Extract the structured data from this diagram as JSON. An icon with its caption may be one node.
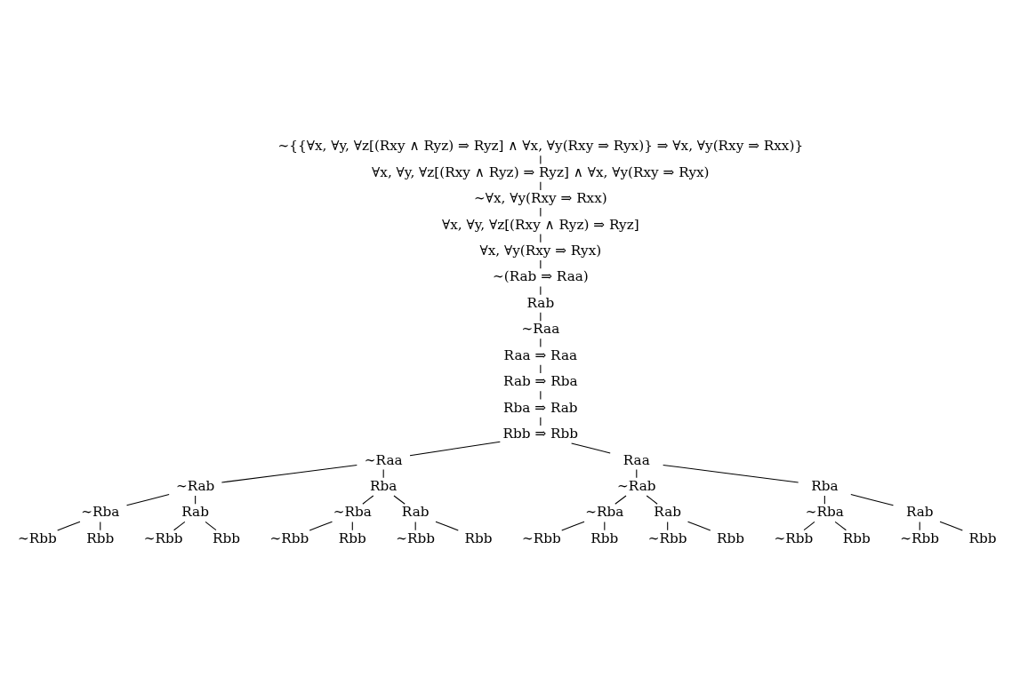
{
  "diagram": {
    "nodes": [
      {
        "text": [
          "∼{{∀x, ∀y, ∀z[(Rxy ∧ Ryz) ⇒ Ryz] ∧ ∀x, ∀y(Rxy ⇒ Ryx)} ⇒ ∀x, ∀y(Rxy ⇒ Rxx)}"
        ]
      },
      {
        "text": [
          "∀x, ∀y, ∀z[(Rxy ∧ Ryz) ⇒ Ryz] ∧ ∀x, ∀y(Rxy ⇒ Ryx)"
        ]
      },
      {
        "text": [
          "∼∀x, ∀y(Rxy ⇒ Rxx)"
        ]
      },
      {
        "text": [
          "∀x, ∀y, ∀z[(Rxy ∧ Ryz) ⇒ Ryz]"
        ]
      },
      {
        "text": [
          "∀x, ∀y(Rxy ⇒ Ryx)"
        ]
      },
      {
        "text": [
          "∼(Rab ⇒ Raa)"
        ]
      },
      {
        "text": [
          "Rab"
        ]
      },
      {
        "text": [
          "∼Raa"
        ]
      },
      {
        "text": [
          "Raa ⇒ Raa"
        ]
      },
      {
        "text": [
          "Rab ⇒ Rba"
        ]
      },
      {
        "text": [
          "Rba ⇒ Rab"
        ]
      },
      {
        "text": [
          "Rbb ⇒ Rbb"
        ]
      },
      {
        "text": [
          "∼Raa"
        ]
      },
      {
        "text": [
          "Raa"
        ]
      },
      {
        "text": [
          "∼Rab"
        ]
      },
      {
        "text": [
          "Rba"
        ]
      },
      {
        "text": [
          "∼Rab"
        ]
      },
      {
        "text": [
          "Rba"
        ]
      },
      {
        "text": [
          "∼Rba"
        ]
      },
      {
        "text": [
          "Rab"
        ]
      },
      {
        "text": [
          "∼Rba"
        ]
      },
      {
        "text": [
          "Rab"
        ]
      },
      {
        "text": [
          "∼Rba"
        ]
      },
      {
        "text": [
          "Rab"
        ]
      },
      {
        "text": [
          "∼Rba"
        ]
      },
      {
        "text": [
          "Rab"
        ]
      },
      {
        "text": [
          "∼Rbb"
        ]
      },
      {
        "text": [
          "Rbb"
        ]
      },
      {
        "text": [
          "∼Rbb"
        ]
      },
      {
        "text": [
          "Rbb"
        ]
      },
      {
        "text": [
          "∼Rbb"
        ]
      },
      {
        "text": [
          "Rbb"
        ]
      },
      {
        "text": [
          "∼Rbb"
        ]
      },
      {
        "text": [
          "Rbb"
        ]
      },
      {
        "text": [
          "∼Rbb"
        ]
      },
      {
        "text": [
          "Rbb"
        ]
      },
      {
        "text": [
          "∼Rbb"
        ]
      },
      {
        "text": [
          "Rbb"
        ]
      },
      {
        "text": [
          "∼Rbb"
        ]
      },
      {
        "text": [
          "Rbb"
        ]
      },
      {
        "text": [
          "∼Rbb"
        ]
      },
      {
        "text": [
          "Rbb"
        ]
      }
    ],
    "edges": [
      {
        "from": 0,
        "to": 1,
        "arrow": "none"
      },
      {
        "from": 1,
        "to": 2,
        "arrow": "none"
      },
      {
        "from": 2,
        "to": 3,
        "arrow": "none"
      },
      {
        "from": 3,
        "to": 4,
        "arrow": "none"
      },
      {
        "from": 4,
        "to": 5,
        "arrow": "none"
      },
      {
        "from": 5,
        "to": 6,
        "arrow": "none"
      },
      {
        "from": 6,
        "to": 7,
        "arrow": "none"
      },
      {
        "from": 7,
        "to": 8,
        "arrow": "none"
      },
      {
        "from": 8,
        "to": 9,
        "arrow": "none"
      },
      {
        "from": 9,
        "to": 10,
        "arrow": "none"
      },
      {
        "from": 10,
        "to": 11,
        "arrow": "none"
      },
      {
        "from": 11,
        "to": 12,
        "arrow": "none"
      },
      {
        "from": 11,
        "to": 13,
        "arrow": "none"
      },
      {
        "from": 12,
        "to": 14,
        "arrow": "none"
      },
      {
        "from": 12,
        "to": 15,
        "arrow": "none"
      },
      {
        "from": 13,
        "to": 16,
        "arrow": "none"
      },
      {
        "from": 13,
        "to": 17,
        "arrow": "none"
      },
      {
        "from": 14,
        "to": 18,
        "arrow": "none"
      },
      {
        "from": 14,
        "to": 19,
        "arrow": "none"
      },
      {
        "from": 15,
        "to": 20,
        "arrow": "none"
      },
      {
        "from": 15,
        "to": 21,
        "arrow": "none"
      },
      {
        "from": 16,
        "to": 22,
        "arrow": "none"
      },
      {
        "from": 16,
        "to": 23,
        "arrow": "none"
      },
      {
        "from": 17,
        "to": 24,
        "arrow": "none"
      },
      {
        "from": 17,
        "to": 25,
        "arrow": "none"
      },
      {
        "from": 18,
        "to": 26,
        "arrow": "none"
      },
      {
        "from": 18,
        "to": 27,
        "arrow": "none"
      },
      {
        "from": 19,
        "to": 28,
        "arrow": "none"
      },
      {
        "from": 19,
        "to": 29,
        "arrow": "none"
      },
      {
        "from": 20,
        "to": 30,
        "arrow": "none"
      },
      {
        "from": 20,
        "to": 31,
        "arrow": "none"
      },
      {
        "from": 21,
        "to": 32,
        "arrow": "none"
      },
      {
        "from": 21,
        "to": 33,
        "arrow": "none"
      },
      {
        "from": 22,
        "to": 34,
        "arrow": "none"
      },
      {
        "from": 22,
        "to": 35,
        "arrow": "none"
      },
      {
        "from": 23,
        "to": 36,
        "arrow": "none"
      },
      {
        "from": 23,
        "to": 37,
        "arrow": "none"
      },
      {
        "from": 24,
        "to": 38,
        "arrow": "none"
      },
      {
        "from": 24,
        "to": 39,
        "arrow": "none"
      },
      {
        "from": 25,
        "to": 40,
        "arrow": "none"
      },
      {
        "from": 25,
        "to": 41,
        "arrow": "none"
      }
    ]
  }
}
